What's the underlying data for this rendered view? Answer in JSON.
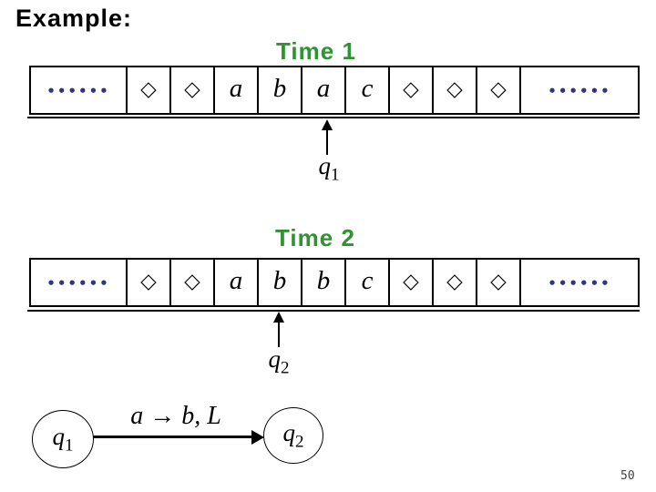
{
  "slide": {
    "title": "Example:",
    "page_number": "50"
  },
  "colors": {
    "heading_green": "#2f9331",
    "dots_blue": "#333380",
    "ink": "#000000",
    "background": "#ffffff"
  },
  "time1": {
    "label": "Time 1",
    "tape": {
      "left_dots": "••••••",
      "cells": [
        "◇",
        "◇",
        "a",
        "b",
        "a",
        "c",
        "◇",
        "◇",
        "◇"
      ],
      "right_dots": "••••••",
      "head_cell_index": 4
    },
    "state": {
      "base": "q",
      "sub": "1"
    }
  },
  "time2": {
    "label": "Time 2",
    "tape": {
      "left_dots": "••••••",
      "cells": [
        "◇",
        "◇",
        "a",
        "b",
        "b",
        "c",
        "◇",
        "◇",
        "◇"
      ],
      "right_dots": "••••••",
      "head_cell_index": 3
    },
    "state": {
      "base": "q",
      "sub": "2"
    }
  },
  "transition": {
    "from_state": {
      "base": "q",
      "sub": "1"
    },
    "to_state": {
      "base": "q",
      "sub": "2"
    },
    "label": "a → b, L"
  }
}
